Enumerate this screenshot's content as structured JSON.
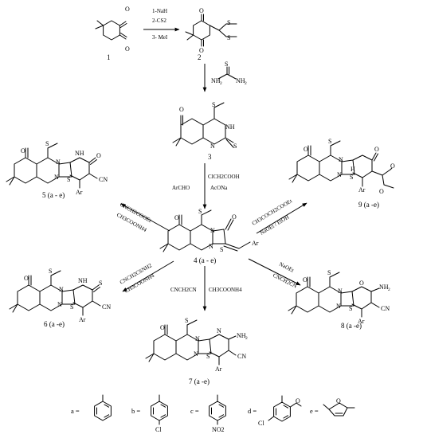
{
  "step1_reagents": [
    "1-NaH",
    "2-CS2",
    "3- MeI"
  ],
  "step2_reagent": "thiourea",
  "step3_reagents": {
    "left": "ArCHO",
    "right_top": "ClCH2COOH",
    "right_bottom": "AcONa"
  },
  "compounds": {
    "c1": "1",
    "c2": "2",
    "c3": "3",
    "c4": "4 (a - e)",
    "c5": "5 (a - e)",
    "c6": "6 (a -e)",
    "c7": "7 (a -e)",
    "c8": "8 (a -e)",
    "c9": "9 (a -e)"
  },
  "arrows": {
    "to5_top": "CNCH2COOEt",
    "to5_bottom": "CH3COONH4",
    "to9_top": "CH3COCH2COOEt",
    "to9_bottom": "NaOEt / EtOH",
    "to6_top": "CNCH2CSNH2",
    "to6_bottom": "CH3COONH4",
    "to7_left": "CNCH2CN",
    "to7_right": "CH3COONH4",
    "to8_top": "NaOEt",
    "to8_bottom": "CNCH2CN"
  },
  "atoms": {
    "O": "O",
    "S": "S",
    "N": "N",
    "NH": "NH",
    "CN": "CN",
    "Ar": "Ar",
    "NH2": "NH2",
    "H": "H",
    "Cl": "Cl",
    "NO2": "NO2"
  },
  "legend": [
    {
      "key": "a =",
      "icon": "phenyl-icon"
    },
    {
      "key": "b =",
      "icon": "p-chlorophenyl-icon"
    },
    {
      "key": "c =",
      "icon": "p-nitrophenyl-icon"
    },
    {
      "key": "d =",
      "icon": "chloro-methoxy-methylphenyl-icon"
    },
    {
      "key": "e =",
      "icon": "methylfuranyl-icon"
    }
  ]
}
